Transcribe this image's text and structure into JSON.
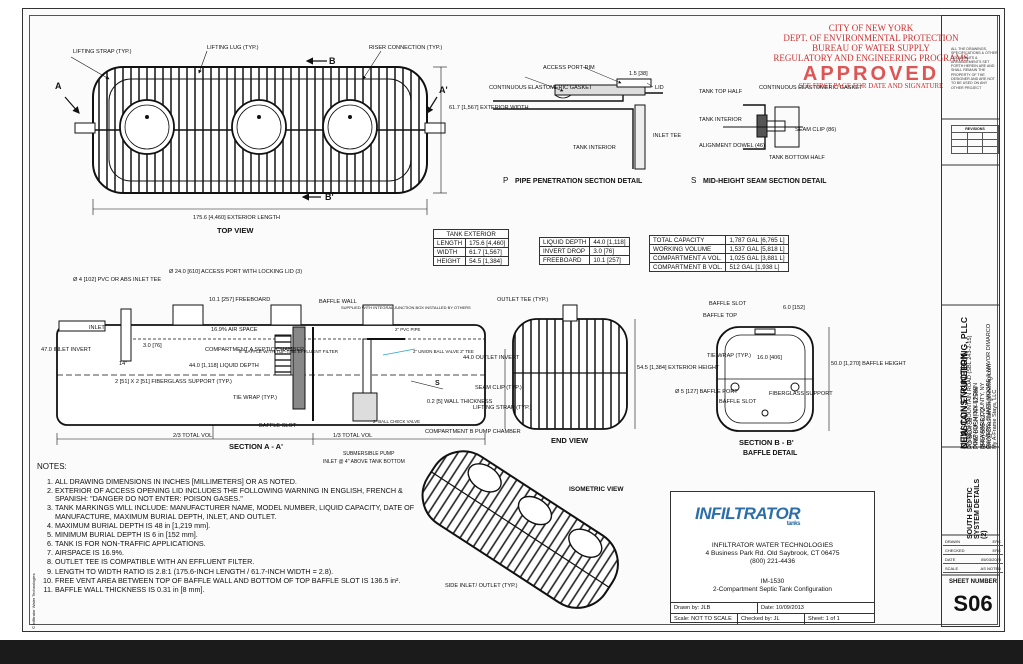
{
  "stamp": {
    "line1": "CITY OF NEW YORK",
    "line2": "DEPT. OF ENVIRONMENTAL PROTECTION",
    "line3": "BUREAU OF WATER SUPPLY",
    "line4": "REGULATORY AND ENGINEERING PROGRAMS",
    "approved": "APPROVED",
    "note": "SEE FIRST PAGE FOR DATE AND SIGNATURE"
  },
  "top_view": {
    "title": "TOP VIEW",
    "lifting_strap": "LIFTING STRAP (TYP.)",
    "lifting_lug": "LIFTING LUG (TYP.)",
    "riser": "RISER CONNECTION (TYP.)",
    "width_dim": "61.7 [1,567] EXTERIOR WIDTH",
    "length_dim": "175.6 [4,460] EXTERIOR LENGTH",
    "a": "A",
    "a_prime": "A'",
    "b": "B",
    "b_prime": "B'"
  },
  "pipe_detail": {
    "title": "PIPE PENETRATION SECTION DETAIL",
    "marker": "P",
    "access_rim": "ACCESS PORT RIM",
    "gasket": "CONTINUOUS ELASTOMERIC GASKET",
    "dim": "1.5 [38]",
    "lid": "LID",
    "tank_interior": "TANK INTERIOR",
    "inlet_tee": "INLET TEE"
  },
  "seam_detail": {
    "title": "MID-HEIGHT SEAM SECTION DETAIL",
    "marker": "S",
    "top_half": "TANK TOP HALF",
    "gasket": "CONTINUOUS ELASTOMERIC GASKET",
    "interior": "TANK INTERIOR",
    "seam_clip": "SEAM CLIP (86)",
    "dowel": "ALIGNMENT DOWEL (46)",
    "bottom_half": "TANK BOTTOM HALF"
  },
  "tables": {
    "exterior": {
      "header": "TANK EXTERIOR",
      "rows": [
        {
          "k": "LENGTH",
          "v": "175.6 [4,460]"
        },
        {
          "k": "WIDTH",
          "v": "61.7 [1,567]"
        },
        {
          "k": "HEIGHT",
          "v": "54.5 [1,384]"
        }
      ]
    },
    "depth": {
      "rows": [
        {
          "k": "LIQUID DEPTH",
          "v": "44.0 [1,118]"
        },
        {
          "k": "INVERT DROP",
          "v": "3.0 [76]"
        },
        {
          "k": "FREEBOARD",
          "v": "10.1 [257]"
        }
      ]
    },
    "capacity": {
      "rows": [
        {
          "k": "TOTAL CAPACITY",
          "v": "1,787 GAL [6,765 L]"
        },
        {
          "k": "WORKING VOLUME",
          "v": "1,537 GAL [5,818 L]"
        },
        {
          "k": "COMPARTMENT A VOL.",
          "v": "1,025 GAL [3,881 L]"
        },
        {
          "k": "COMPARTMENT B VOL.",
          "v": "512 GAL [1,938 L]"
        }
      ]
    }
  },
  "section_a": {
    "title": "SECTION A - A'",
    "access_port": "Ø 24.0 [610] ACCESS PORT WITH LOCKING LID (3)",
    "pvc": "Ø 4 [102] PVC OR ABS INLET TEE",
    "freeboard": "10.1 [257] FREEBOARD",
    "baffle_wall": "BAFFLE WALL",
    "air_space": "16.9% AIR SPACE",
    "inlet": "INLET",
    "inlet_invert": "47.0 INLET INVERT",
    "dim_3": "3.0 [76]",
    "dim_14": "14\"",
    "compartment_a": "COMPARTMENT A SEPTIC CHAMBER",
    "liquid_depth": "44.0 [1,118] LIQUID DEPTH",
    "baffle_filter": "6\" BAFFLE WITH TUF-TITE EFFLUENT FILTER",
    "support": "2 [51] X 2 [51] FIBERGLASS SUPPORT (TYP.)",
    "tie_wrap": "TIE WRAP (TYP.)",
    "baffle_slot": "BAFFLE SLOT",
    "wall": "0.2 [5] WALL THICKNESS",
    "two_thirds": "2/3 TOTAL VOL",
    "one_third": "1/3 TOTAL VOL",
    "compartment_b": "COMPARTMENT B PUMP CHAMBER",
    "pump": "SUBMERSIBLE PUMP",
    "pump_note": "INLET @ 4\" ABOVE TANK BOTTOM",
    "supplied": "SUPPLIED WITH INTEGRAL JUNCTION BOX INSTALLED BY OTHERS",
    "pvc_pipe": "2\" PVC PIPE",
    "ball_valve": "2\" UNION BALL VALVE 2\" TEE",
    "check_valve": "2\" BALL CHECK VALVE",
    "s": "S"
  },
  "end_view": {
    "title": "END VIEW",
    "outlet_tee": "OUTLET TEE (TYP.)",
    "outlet_invert": "44.0 OUTLET INVERT",
    "height": "54.5 [1,384] EXTERIOR HEIGHT",
    "seam_clip": "SEAM CLIP (TYP.)",
    "strap": "LIFTING STRAP (TYP.)"
  },
  "section_b": {
    "title": "SECTION B - B'",
    "subtitle": "BAFFLE DETAIL",
    "baffle_slot": "BAFFLE SLOT",
    "baffle_top": "BAFFLE TOP",
    "dim_6": "6.0 [152]",
    "tie_wrap": "TIE WRAP (TYP.)",
    "dim_16": "16.0 [406]",
    "port": "Ø 5 [127] BAFFLE PORT",
    "slot": "BAFFLE SLOT",
    "support": "FIBERGLASS SUPPORT",
    "height": "50.0 [1,270] BAFFLE HEIGHT"
  },
  "isometric": {
    "title": "ISOMETRIC VIEW",
    "side_label": "SIDE INLET/ OUTLET (TYP.)"
  },
  "notes": {
    "head": "NOTES:",
    "items": [
      "ALL DRAWING DIMENSIONS IN INCHES [MILLIMETERS] OR AS NOTED.",
      "EXTERIOR OF ACCESS OPENING LID INCLUDES THE FOLLOWING WARNING IN ENGLISH, FRENCH & SPANISH: \"DANGER DO NOT ENTER: POISON GASES.\"",
      "TANK MARKINGS WILL INCLUDE: MANUFACTURER NAME, MODEL NUMBER, LIQUID CAPACITY, DATE OF MANUFACTURE, MAXIMUM BURIAL DEPTH, INLET, AND OUTLET.",
      "MAXIMUM BURIAL DEPTH IS 48 in [1,219 mm].",
      "MINIMUM BURIAL DEPTH IS 6 in [152 mm].",
      "TANK IS FOR NON-TRAFFIC APPLICATIONS.",
      "AIRSPACE IS 16.9%.",
      "OUTLET TEE IS COMPATIBLE WITH AN EFFLUENT FILTER.",
      "LENGTH TO WIDTH RATIO IS 2.8:1 (175.6-INCH LENGTH / 61.7-INCH WIDTH = 2.8).",
      "FREE VENT AREA BETWEEN TOP OF BAFFLE WALL AND BOTTOM OF TOP BAFFLE SLOT IS 136.5 in².",
      "BAFFLE WALL THICKNESS IS 0.31 in [8 mm]."
    ]
  },
  "title_block": {
    "logo": "INFILTRATOR",
    "logo_sub": "tanks",
    "company": "INFILTRATOR WATER TECHNOLOGIES",
    "address": "4 Business Park Rd. Old Saybrook, CT 06475",
    "phone": "(800) 221-4436",
    "model": "IM-1530",
    "description": "2-Compartment Septic Tank Configuration",
    "drawn": "Drawn by: JLB",
    "date": "Date: 10/09/2013",
    "scale": "Scale: NOT TO SCALE",
    "checked": "Checked by: JL",
    "sheet": "Sheet: 1 of 1"
  },
  "side_block": {
    "disclaimer": "ALL THE DRAWINGS, SPECIFICATIONS & OTHER DOCUMENTS & ARRANGEMENTS SET FORTH HEREIN ARE AND SHALL REMAIN THE PROPERTY OF THE DESIGNER AND ARE NOT TO BE USED ON ANY OTHER PROJECT",
    "revisions": "REVISIONS",
    "firm_name": "CHASTAIN ENGINEERING, PLLC",
    "firm_po": "PO BOX 55",
    "firm_city": "PINE BUSH, NY 12566",
    "firm_phone": "(845) 505-6272",
    "firm_email": "Eric@ChastainEngineering.com",
    "project_type": "NEW CONSTRUCTION",
    "project_addr": "DINNECK MOUNTAIN ROAD (SBL 243-2-15)",
    "project_town": "TOWN OF MIDDLETOWN",
    "project_county": "DELAWARE COUNTY, NY",
    "owner": "OWNERS: SHANE MOORE & MAVOR DIMARCO",
    "owner2": "My A-Frame Stays, LLC",
    "dwg_title": "SOUTH SEPTIC SYSTEM DETAILS (2)",
    "drawn_k": "DRAWN",
    "drawn_v": "ERC",
    "checked_k": "CHECKED",
    "checked_v": "ERC",
    "date_k": "DATE",
    "date_v": "05/03/2023",
    "scale_k": "SCALE",
    "scale_v": "AS NOTED",
    "sheet_label": "SHEET NUMBER",
    "sheet_number": "S06"
  },
  "watermark": "© Infiltrator Water Technologies"
}
